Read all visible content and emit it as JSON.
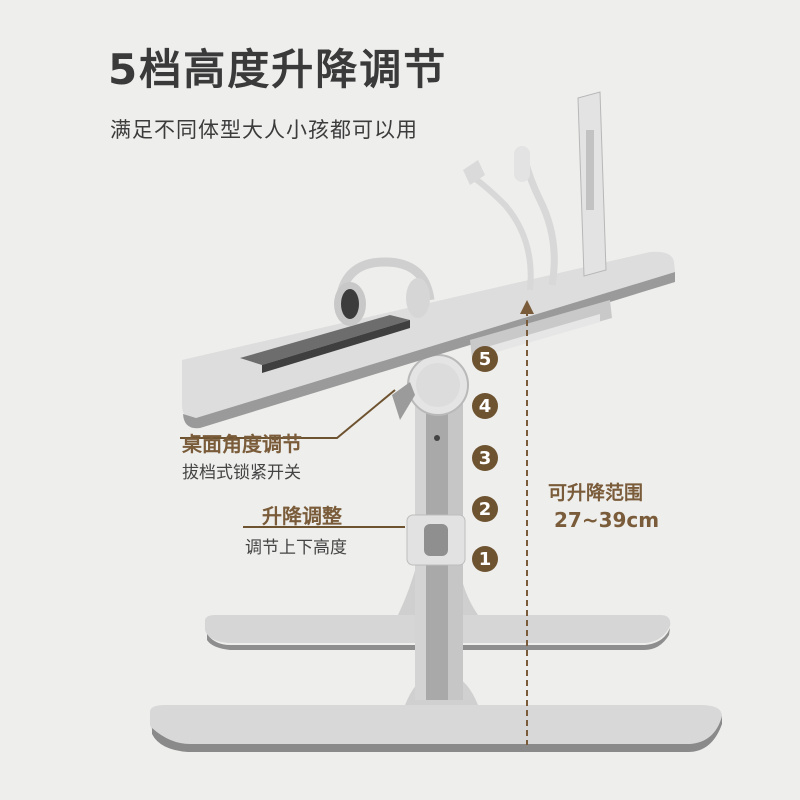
{
  "header": {
    "title": "5档高度升降调节",
    "subtitle": "满足不同体型大人小孩都可以用"
  },
  "callouts": {
    "tilt": {
      "title": "桌面角度调节",
      "desc": "拔档式锁紧开关"
    },
    "lift": {
      "title": "升降调整",
      "desc": "调节上下高度"
    }
  },
  "range": {
    "title": "可升降范围",
    "value": "27~39cm"
  },
  "levels": [
    "5",
    "4",
    "3",
    "2",
    "1"
  ],
  "colors": {
    "accent": "#7a5c3a",
    "badge": "#6e5330",
    "table": "#dadada",
    "table_dark": "#8c8c8c",
    "background": "#eeeeec"
  }
}
